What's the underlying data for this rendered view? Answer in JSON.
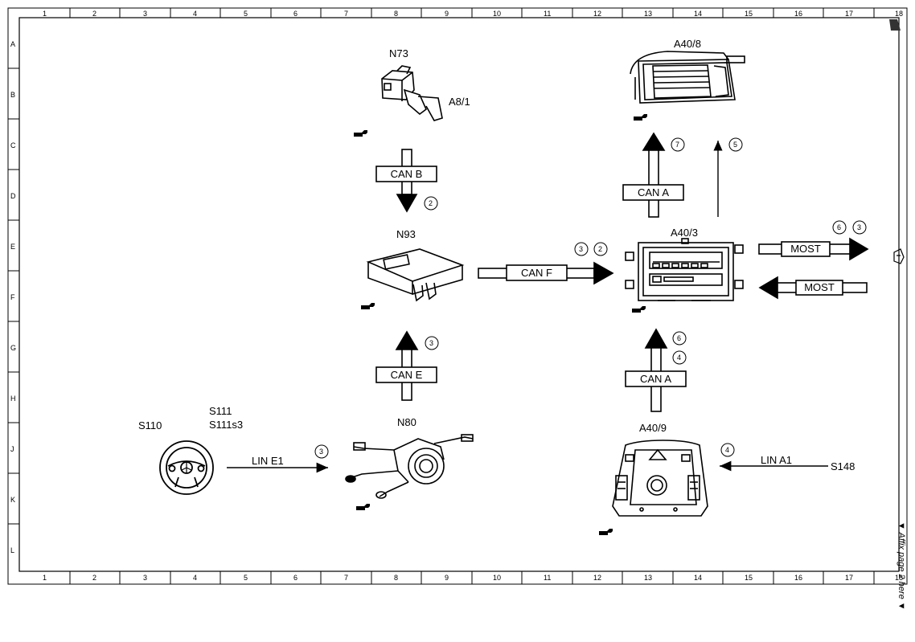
{
  "grid": {
    "columns": [
      "1",
      "2",
      "3",
      "4",
      "5",
      "6",
      "7",
      "8",
      "9",
      "10",
      "11",
      "12",
      "13",
      "14",
      "15",
      "16",
      "17",
      "18"
    ],
    "rows": [
      "A",
      "B",
      "C",
      "D",
      "E",
      "F",
      "G",
      "H",
      "J",
      "K",
      "L"
    ]
  },
  "components": {
    "n73": "N73",
    "a8_1": "A8/1",
    "a40_8": "A40/8",
    "n93": "N93",
    "a40_3": "A40/3",
    "n80": "N80",
    "a40_9": "A40/9",
    "s110": "S110",
    "s111": "S111",
    "s111s3": "S111s3",
    "s148": "S148"
  },
  "buses": {
    "can_b": "CAN B",
    "can_a_top": "CAN A",
    "can_f": "CAN F",
    "most_out": "MOST",
    "most_in": "MOST",
    "can_e": "CAN E",
    "can_a_bottom": "CAN A",
    "lin_e1": "LIN E1",
    "lin_a1": "LIN A1"
  },
  "markers": {
    "can_b": "2",
    "can_a_top": "7",
    "thin_arrow": "5",
    "can_f_a": "3",
    "can_f_b": "2",
    "most_a": "6",
    "most_b": "3",
    "can_e": "3",
    "can_a_bottom_a": "6",
    "can_a_bottom_b": "4",
    "lin_e1": "3",
    "lin_a1": "4"
  },
  "side_note": "▼ Affix page 2 here ▼"
}
